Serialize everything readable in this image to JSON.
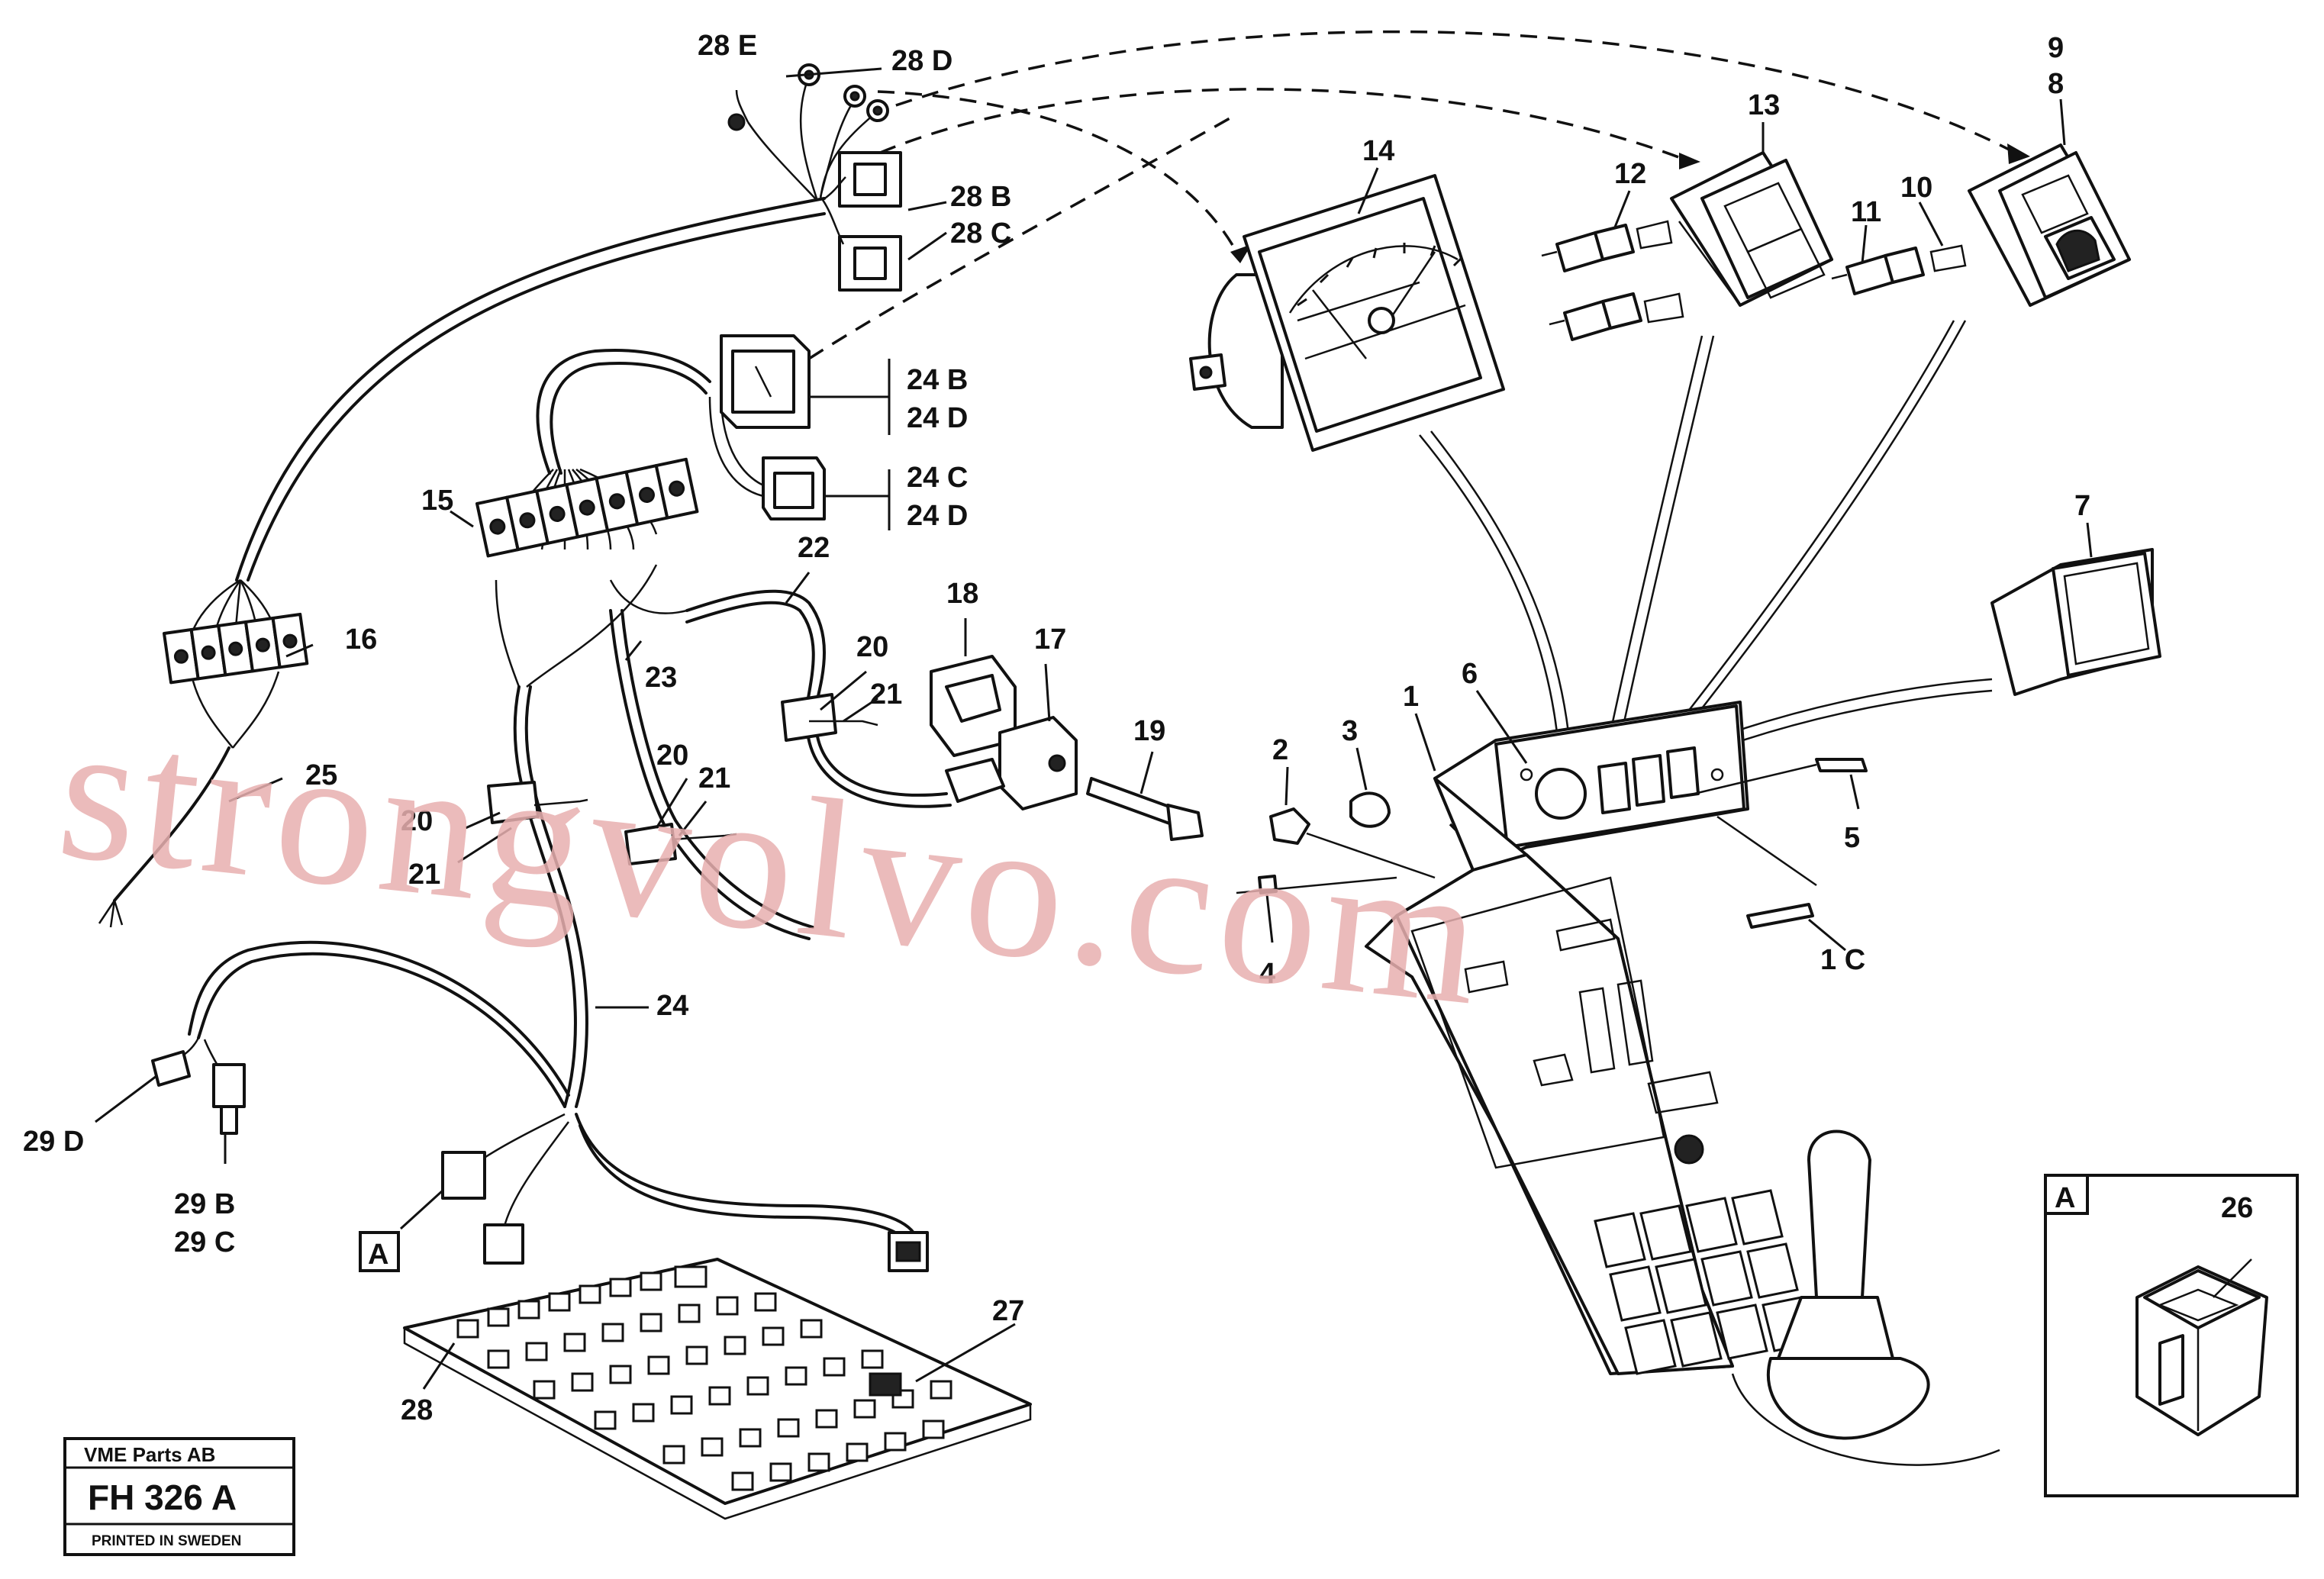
{
  "labels": {
    "l28E": "28 E",
    "l28D": "28 D",
    "l28B": "28 B",
    "l28C": "28 C",
    "l24B": "24 B",
    "l24D_a": "24 D",
    "l24C": "24 C",
    "l24D_b": "24 D",
    "l22": "22",
    "l23": "23",
    "l15": "15",
    "l16": "16",
    "l25": "25",
    "l18": "18",
    "l17": "17",
    "l19": "19",
    "l20a": "20",
    "l21a": "21",
    "l20b": "20",
    "l21b": "21",
    "l20c": "20",
    "l21c": "21",
    "l24": "24",
    "l29D": "29 D",
    "l29B": "29 B",
    "l29C": "29 C",
    "lA": "A",
    "l27": "27",
    "l28": "28",
    "l14": "14",
    "l13": "13",
    "l12": "12",
    "l11": "11",
    "l10": "10",
    "l9": "9",
    "l8": "8",
    "l7": "7",
    "l6": "6",
    "l1": "1",
    "l3": "3",
    "l2": "2",
    "l4": "4",
    "l5": "5",
    "l1C": "1 C",
    "l26": "26",
    "lInsetA": "A"
  },
  "watermark": "strongvolvo.com",
  "title_block": {
    "company": "VME Parts AB",
    "code": "FH 326 A",
    "printed": "PRINTED IN SWEDEN"
  }
}
